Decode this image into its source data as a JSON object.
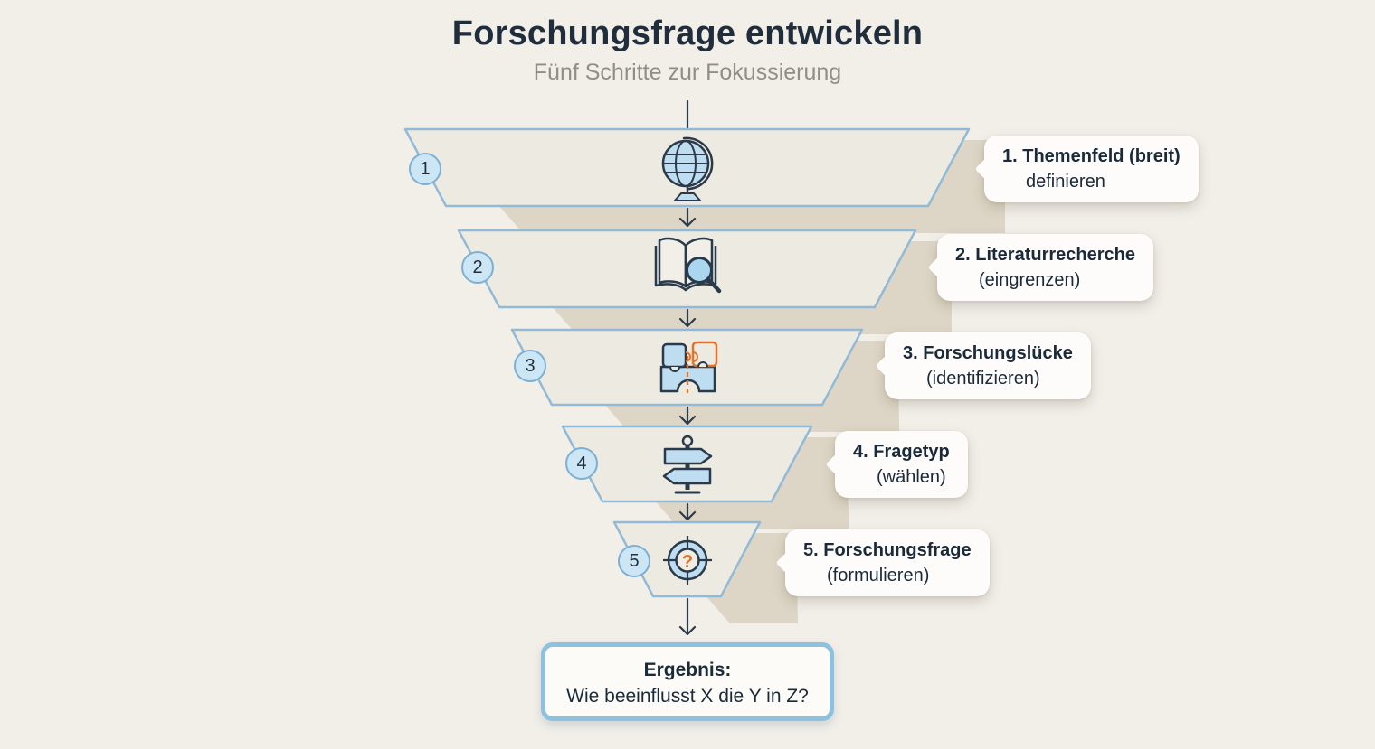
{
  "title": "Forschungsfrage entwickeln",
  "subtitle": "Fünf Schritte zur Fokussierung",
  "steps": [
    {
      "number": "1",
      "label": "1. Themenfeld (breit)",
      "sublabel": "definieren",
      "icon": "globe-icon"
    },
    {
      "number": "2",
      "label": "2. Literaturrecherche",
      "sublabel": "(eingrenzen)",
      "icon": "book-search-icon"
    },
    {
      "number": "3",
      "label": "3. Forschungslücke",
      "sublabel": "(identifizieren)",
      "icon": "puzzle-gap-icon"
    },
    {
      "number": "4",
      "label": "4. Fragetyp",
      "sublabel": "(wählen)",
      "icon": "signpost-icon"
    },
    {
      "number": "5",
      "label": "5. Forschungsfrage",
      "sublabel": "(formulieren)",
      "icon": "target-question-icon"
    }
  ],
  "result": {
    "heading": "Ergebnis:",
    "question": "Wie beeinflusst X die Y in Z?"
  },
  "icons": {
    "target_question_mark": "?"
  },
  "colors": {
    "background": "#f2efe9",
    "funnel_fill": "#edeae1",
    "funnel_stroke": "#92bad7",
    "funnel_shadow": "#ddd5c5",
    "badge_fill": "#cde6f5",
    "badge_stroke": "#7cb0d3",
    "icon_navy": "#2a3a4a",
    "icon_blue": "#bfddf1",
    "accent_orange": "#e2732c",
    "result_border": "#8ec1de",
    "callout_bg": "#fdfcfa",
    "text_dark": "#1b2a39",
    "subtitle_gray": "#8f8e88"
  }
}
